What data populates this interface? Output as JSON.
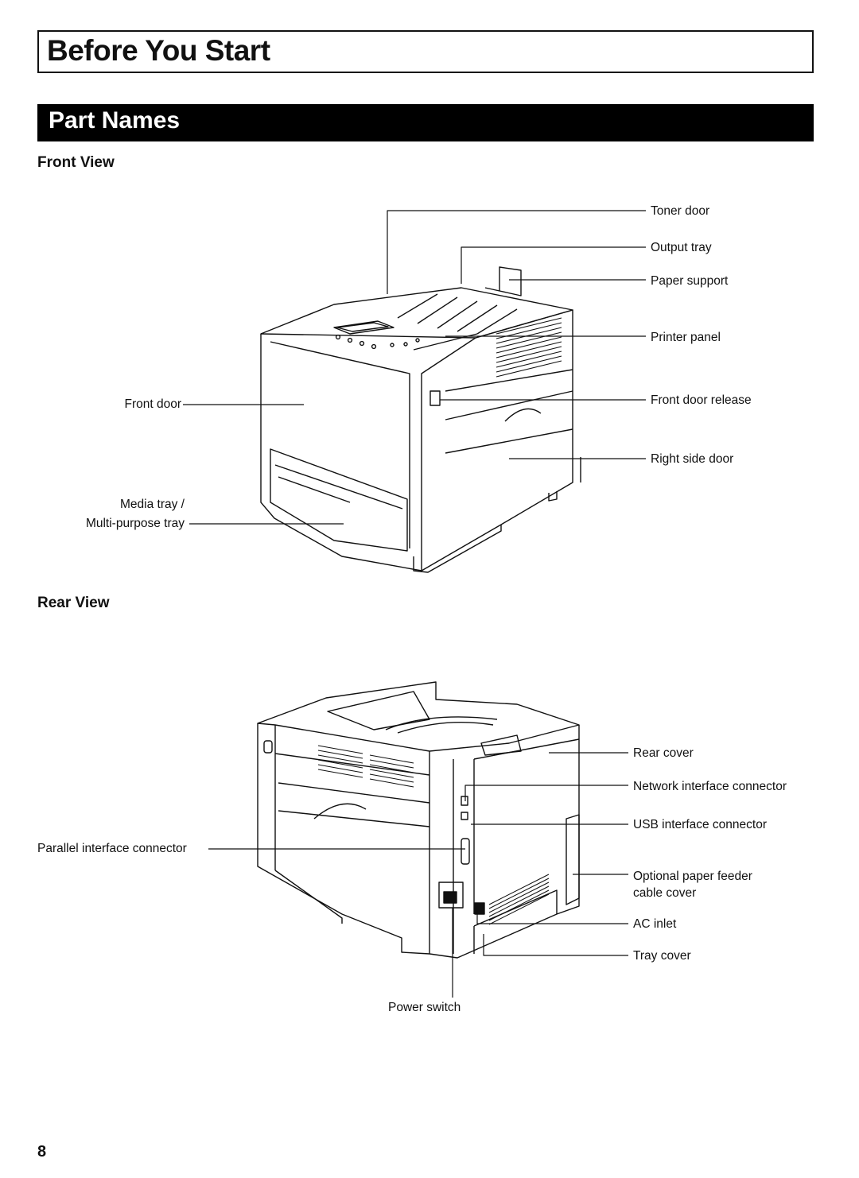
{
  "page": {
    "title": "Before You Start",
    "section": "Part Names",
    "page_number": "8"
  },
  "front_view": {
    "heading": "Front View",
    "labels": {
      "toner_door": "Toner door",
      "output_tray": "Output tray",
      "paper_support": "Paper support",
      "printer_panel": "Printer panel",
      "front_door_release": "Front door release",
      "right_side_door": "Right side door",
      "front_door": "Front door",
      "media_tray_line1": "Media tray /",
      "media_tray_line2": "Multi-purpose tray"
    }
  },
  "rear_view": {
    "heading": "Rear View",
    "labels": {
      "rear_cover": "Rear cover",
      "network_interface_connector": "Network interface connector",
      "usb_interface_connector": "USB interface connector",
      "optional_feeder_line1": "Optional paper feeder",
      "optional_feeder_line2": "cable cover",
      "ac_inlet": "AC inlet",
      "tray_cover": "Tray cover",
      "parallel_interface_connector": "Parallel interface connector",
      "power_switch": "Power switch"
    }
  }
}
